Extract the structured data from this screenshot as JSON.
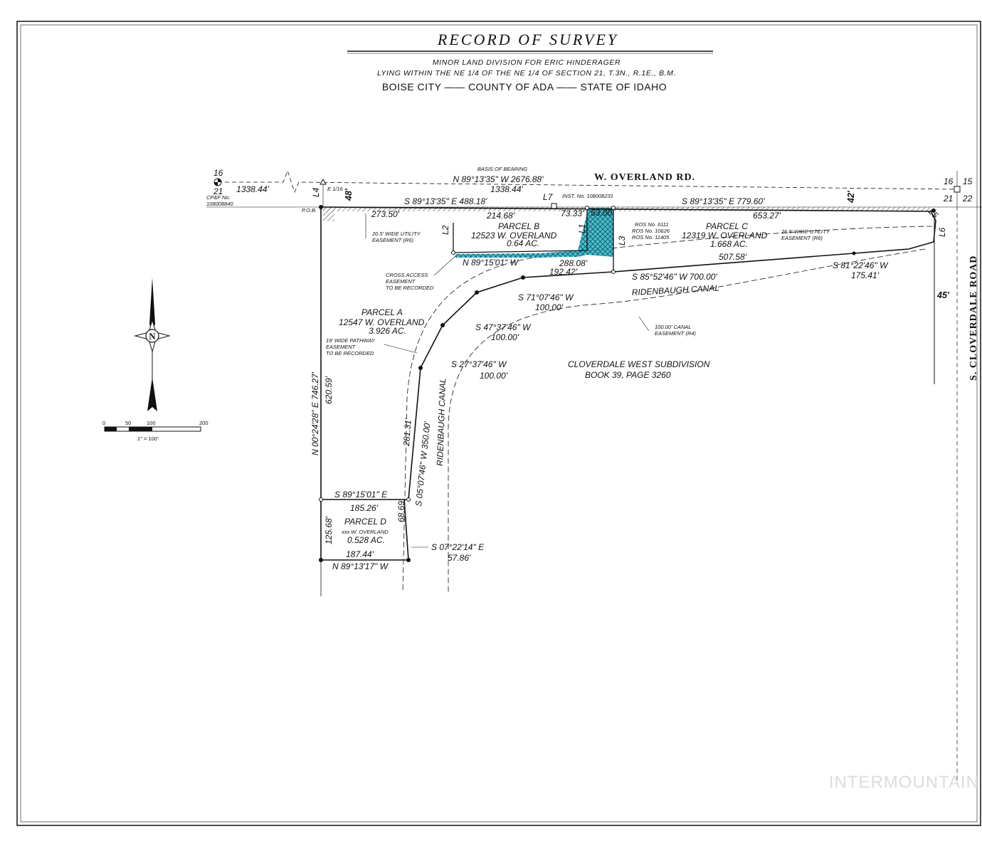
{
  "header": {
    "title": "RECORD  OF  SURVEY",
    "line1": "MINOR LAND DIVISION FOR ERIC HINDERAGER",
    "line2": "LYING WITHIN THE NE 1/4 OF THE NE 1/4 OF SECTION 21, T.3N., R.1E., B.M.",
    "line3": "BOISE CITY —— COUNTY OF ADA —— STATE OF IDAHO"
  },
  "roads": {
    "overland": "W. OVERLAND RD.",
    "cloverdale": "S. CLOVERDALE ROAD",
    "basis_label": "BASIS OF BEARING",
    "basis_bearing": "N 89°13'35\" W   2676.88'",
    "half_dist": "1338.44'",
    "half_dist_left": "1338.44'",
    "width_48": "48'",
    "width_42": "42'",
    "width_45": "45'"
  },
  "corners": {
    "nw_top": "16",
    "nw_bottom": "21",
    "cpf": "CP&F No.",
    "cpf_no": "108008840",
    "ne_tl": "16",
    "ne_tr": "15",
    "ne_bl": "21",
    "ne_br": "22",
    "quarter": "E 1/16",
    "pob": "P.O.B."
  },
  "lines": {
    "L1": "L1",
    "L2": "L2",
    "L3": "L3",
    "L4": "L4",
    "L5": "L5",
    "L6": "L6",
    "L7": "L7",
    "inst": "INST. No. 108008231"
  },
  "bearings": {
    "north_west": "S 89°13'35\" E   488.18'",
    "north_east": "S 89°13'35\" E   779.60'",
    "d_273": "273.50'",
    "d_214": "214.68'",
    "d_7333": "73.33'",
    "d_5300": "53.00'",
    "d_653": "653.27'",
    "pb_south": "N 89°15'01\" W",
    "d_288": "288.08'",
    "d_192": "192.42'",
    "c_south": "S 85°52'46\" W     700.00'",
    "d_507": "507.58'",
    "c_east": "S 81°22'46\" W",
    "d_175": "175.41'",
    "b_71": "S 71°07'46\" W",
    "d_100a": "100.00'",
    "b_47": "S 47°37'46\" W",
    "d_100b": "100.00'",
    "b_27": "S 27°37'46\" W",
    "d_100c": "100.00'",
    "west_bearing": "N 00°24'28\" E    746.27'",
    "d_620": "620.59'",
    "canal_bearing": "S 05°07'46\" W    350.00'",
    "d_281": "281.31'",
    "d_north": "S 89°15'01\" E",
    "d_185": "185.26'",
    "d_125": "125.68'",
    "d_68": "68.69'",
    "d_187": "187.44'",
    "d_south": "N 89°13'17\" W",
    "d_se": "S 07°22'14\" E",
    "d_57": "57.86'"
  },
  "parcels": {
    "a_name": "PARCEL A",
    "a_addr": "12547 W. OVERLAND",
    "a_area": "3.926 AC.",
    "b_name": "PARCEL B",
    "b_addr": "12523 W. OVERLAND",
    "b_area": "0.64 AC.",
    "c_name": "PARCEL C",
    "c_addr": "12319 W. OVERLAND",
    "c_area": "1.668 AC.",
    "d_name": "PARCEL D",
    "d_addr": "xxx W. OVERLAND",
    "d_area": "0.528 AC."
  },
  "notes": {
    "util_w_1": "20.5' WIDE UTILITY",
    "util_w_2": "EASEMENT (R6)",
    "util_e_1": "26.8' WIDE UTILITY",
    "util_e_2": "EASEMENT (R6)",
    "cross_1": "CROSS ACCESS",
    "cross_2": "EASEMENT",
    "cross_3": "TO BE RECORDED",
    "path_1": "19' WIDE PATHWAY",
    "path_2": "EASEMENT",
    "path_3": "TO BE RECORDED",
    "ros_1": "ROS No. 6111",
    "ros_2": "ROS No. 10626",
    "ros_3": "ROS No. 11405",
    "canal_1": "RIDENBAUGH CANAL",
    "canal_2": "RIDENBAUGH CANAL",
    "canal_ease_1": "100.00' CANAL",
    "canal_ease_2": "EASEMENT (R4)",
    "sub_1": "CLOVERDALE WEST SUBDIVISION",
    "sub_2": "BOOK 39, PAGE 3260"
  },
  "compass": {
    "n": "N"
  },
  "scale": {
    "t0": "0",
    "t50": "50",
    "t100": "100",
    "t200": "200",
    "ratio": "1\" = 100'"
  },
  "watermark": "INTERMOUNTAIN",
  "colors": {
    "highlight": "#2bb5c9",
    "ink": "#111111"
  }
}
